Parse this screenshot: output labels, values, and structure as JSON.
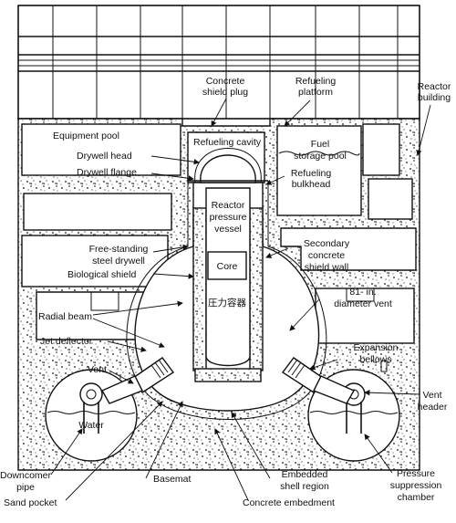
{
  "labels": {
    "concrete_shield_plug": [
      "Concrete",
      "shield plug"
    ],
    "refueling_platform": [
      "Refueling",
      "platform"
    ],
    "reactor_building": [
      "Reactor",
      "building"
    ],
    "equipment_pool": "Equipment pool",
    "refueling_cavity": "Refueling cavity",
    "fuel_storage_pool": [
      "Fuel",
      "storage pool"
    ],
    "drywell_head": "Drywell head",
    "drywell_flange": "Drywell flange",
    "refueling_bulkhead": [
      "Refueling",
      "bulkhead"
    ],
    "reactor_pressure_vessel": [
      "Reactor",
      "pressure",
      "vessel"
    ],
    "secondary_shield_wall": [
      "Secondary",
      "concrete",
      "shield wall"
    ],
    "free_standing_drywell": [
      "Free-standing",
      "steel drywell"
    ],
    "core": "Core",
    "biological_shield": "Biological shield",
    "jp_pressure_vessel": "圧力容器",
    "radial_beam": "Radial beam",
    "vent_81": [
      "81- in.",
      "diameter vent"
    ],
    "jet_deflector": "Jet deflector",
    "expansion_bellows": [
      "Expansion",
      "bellows"
    ],
    "vent": "Vent",
    "vent_header": [
      "Vent",
      "header"
    ],
    "water": "Water",
    "downcomer_pipe": [
      "Downcomer",
      "pipe"
    ],
    "basemat": "Basemat",
    "embedded_shell_region": [
      "Embedded",
      "shell region"
    ],
    "pressure_suppression_chamber": [
      "Pressure",
      "suppression",
      "chamber"
    ],
    "sand_pocket": "Sand pocket",
    "concrete_embedment": "Concrete embedment"
  }
}
